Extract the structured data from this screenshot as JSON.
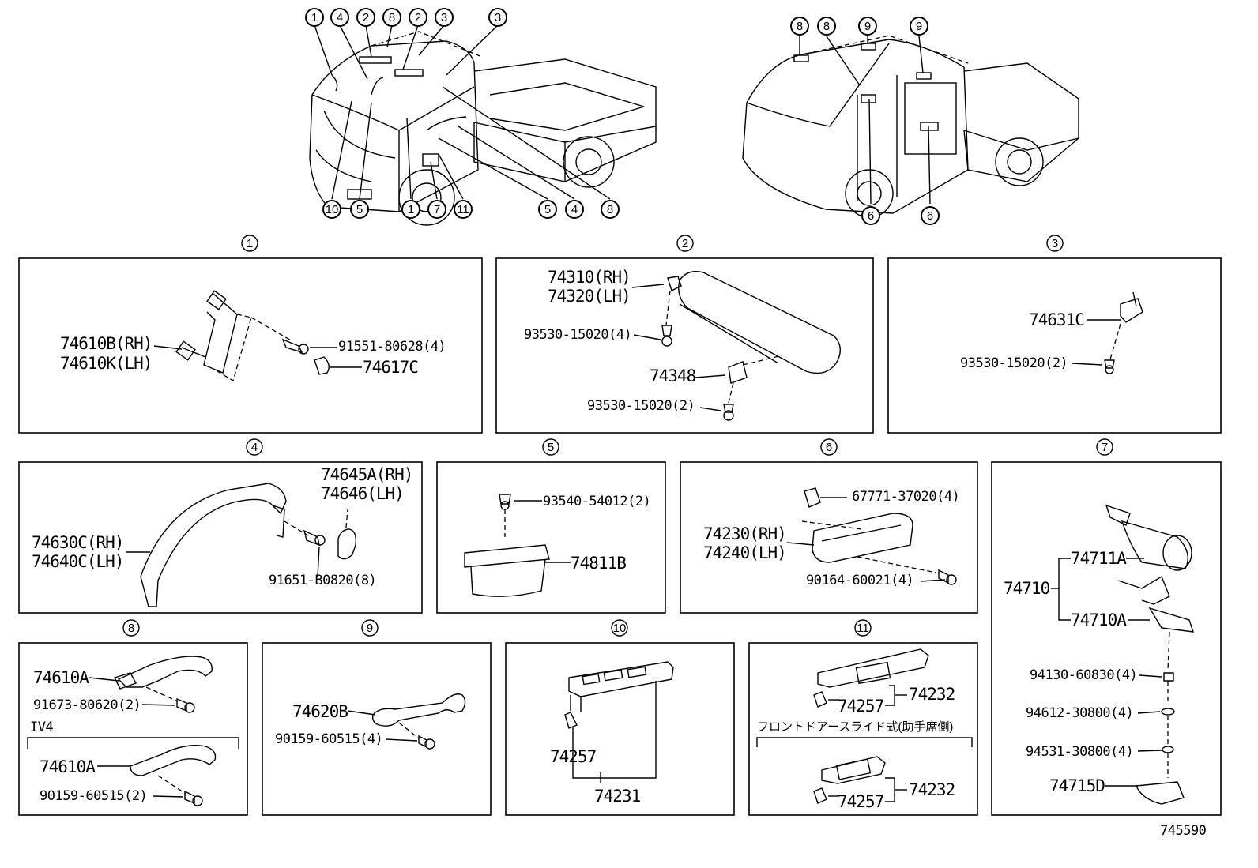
{
  "callouts": {
    "truck1": [
      "1",
      "4",
      "2",
      "8",
      "2",
      "3",
      "3",
      "10",
      "5",
      "1",
      "7",
      "11",
      "5",
      "4",
      "8"
    ],
    "truck2": [
      "8",
      "8",
      "9",
      "9",
      "6",
      "6"
    ]
  },
  "sections": {
    "s1": {
      "num": "1",
      "p1": "74610B(RH)",
      "p2": "74610K(LH)",
      "p3": "91551-80628(4)",
      "p4": "74617C"
    },
    "s2": {
      "num": "2",
      "p1": "74310(RH)",
      "p2": "74320(LH)",
      "p3": "93530-15020(4)",
      "p4": "74348",
      "p5": "93530-15020(2)"
    },
    "s3": {
      "num": "3",
      "p1": "74631C",
      "p2": "93530-15020(2)"
    },
    "s4": {
      "num": "4",
      "p1": "74645A(RH)",
      "p2": "74646(LH)",
      "p3": "74630C(RH)",
      "p4": "74640C(LH)",
      "p5": "91651-B0820(8)"
    },
    "s5": {
      "num": "5",
      "p1": "93540-54012(2)",
      "p2": "74811B"
    },
    "s6": {
      "num": "6",
      "p1": "67771-37020(4)",
      "p2": "74230(RH)",
      "p3": "74240(LH)",
      "p4": "90164-60021(4)"
    },
    "s7": {
      "num": "7",
      "p1": "74711A",
      "p2": "74710",
      "p3": "74710A",
      "p4": "94130-60830(4)",
      "p5": "94612-30800(4)",
      "p6": "94531-30800(4)",
      "p7": "74715D"
    },
    "s8": {
      "num": "8",
      "p1": "74610A",
      "p2": "91673-80620(2)",
      "iv": "IV4",
      "p3": "74610A",
      "p4": "90159-60515(2)"
    },
    "s9": {
      "num": "9",
      "p1": "74620B",
      "p2": "90159-60515(4)"
    },
    "s10": {
      "num": "10",
      "p1": "74257",
      "p2": "74231"
    },
    "s11": {
      "num": "11",
      "p1": "74257",
      "p2": "74232",
      "note": "フロントドアースライド式(助手席側)",
      "p3": "74257",
      "p4": "74232"
    }
  },
  "diagram_id": "745590"
}
